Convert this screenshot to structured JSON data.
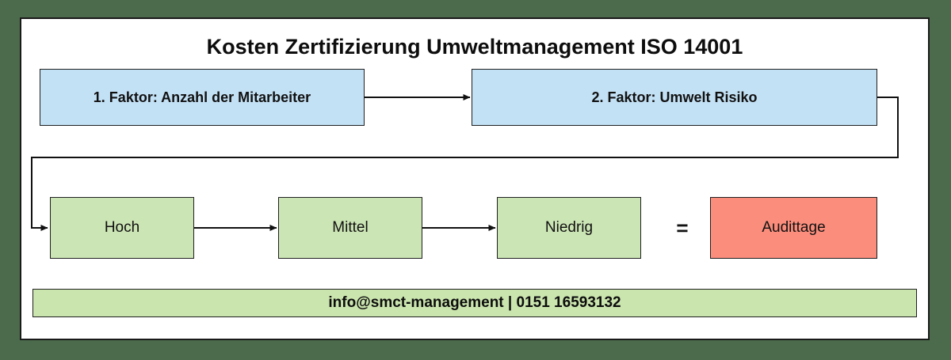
{
  "diagram": {
    "title": "Kosten Zertifizierung Umweltmanagement ISO 14001",
    "frame_color": "#4c6b4c",
    "page_background": "#ffffff",
    "factors": [
      {
        "id": "mitarbeiter",
        "label": "1. Faktor: Anzahl der Mitarbeiter",
        "color": "#c3e1f5"
      },
      {
        "id": "risiko",
        "label": "2. Faktor: Umwelt Risiko",
        "color": "#c3e1f5"
      }
    ],
    "risk_levels": [
      {
        "id": "hoch",
        "label": "Hoch",
        "color": "#cce5b4"
      },
      {
        "id": "mittel",
        "label": "Mittel",
        "color": "#cce5b4"
      },
      {
        "id": "niedrig",
        "label": "Niedrig",
        "color": "#cce5b4"
      }
    ],
    "operator": "=",
    "result": {
      "id": "audittage",
      "label": "Audittage",
      "color": "#fb8d7c"
    },
    "footer": {
      "text": "info@smct-management | 0151 16593132",
      "color": "#cbe5ae"
    }
  }
}
